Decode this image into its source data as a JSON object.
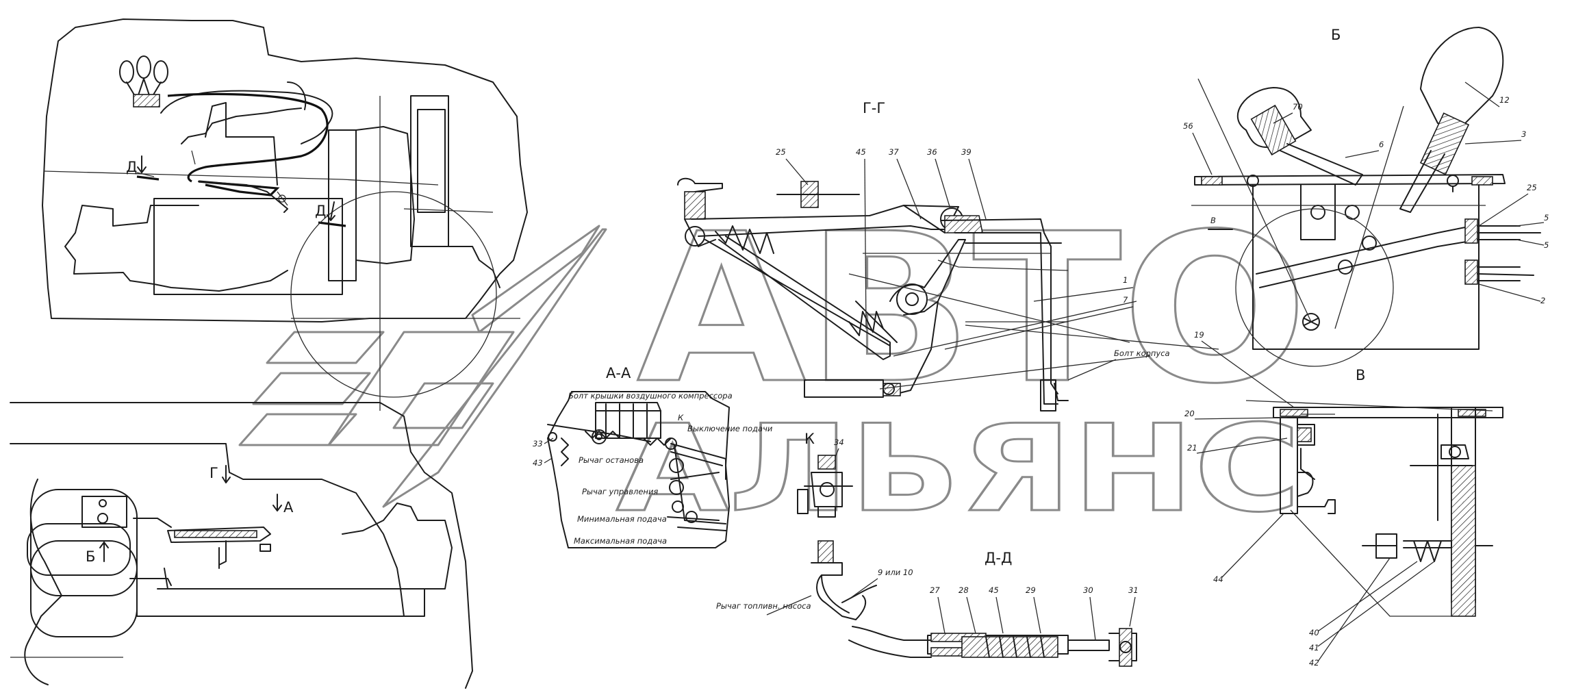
{
  "views": {
    "go": "Г-Г",
    "ao": "А-А",
    "b": "Б",
    "v": "В",
    "v_small": "В",
    "k_top": "К",
    "k_box": "К",
    "dd": "Д-Д"
  },
  "overview_marks": {
    "d_upper": "Д",
    "d_right": "Д",
    "g": "Г",
    "a": "А",
    "b": "Б"
  },
  "view_go_callouts": [
    "25",
    "45",
    "37",
    "36",
    "39",
    "1",
    "7"
  ],
  "bolt_korpusa": "Болт корпуса",
  "view_a_box": {
    "title": "Болт крышки воздушного компрессора",
    "label_shutoff": "Выключение подачи",
    "label_stop_lever": "Рычаг останова",
    "label_control_lever": "Рычаг управления",
    "label_min_feed": "Минимальная подача",
    "label_max_feed": "Максимальная подача",
    "num_33": "33",
    "num_43": "43"
  },
  "num_34": "34",
  "view_b_callouts": [
    "70",
    "12",
    "56",
    "6",
    "3",
    "25",
    "5",
    "5",
    "2"
  ],
  "view_v_callouts": [
    "19",
    "20",
    "21",
    "44",
    "40",
    "41",
    "42"
  ],
  "view_dd": {
    "lever_label": "Рычаг топливн. насоса",
    "variant": "9 или 10",
    "callouts": [
      "27",
      "28",
      "45",
      "29",
      "30",
      "31"
    ]
  },
  "watermark": {
    "line1": "АВТО",
    "line2": "АЛЬЯНС"
  }
}
